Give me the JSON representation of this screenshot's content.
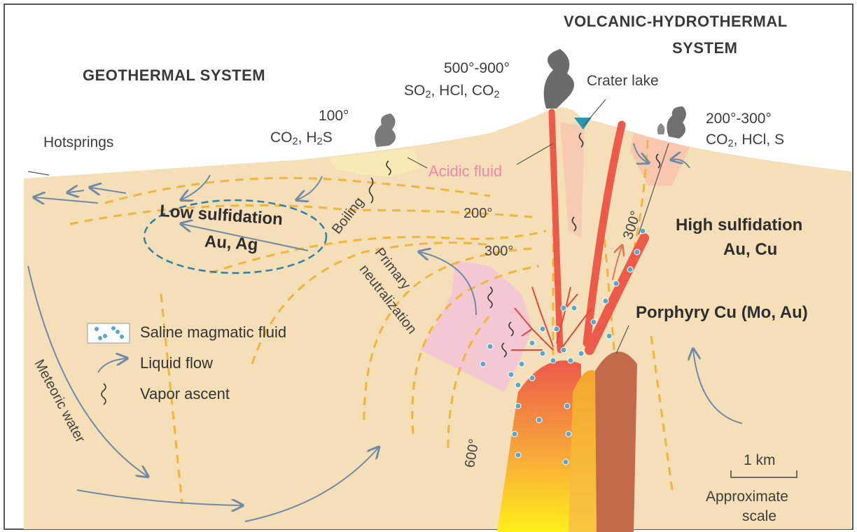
{
  "titles": {
    "geothermal": "GEOTHERMAL SYSTEM",
    "volcanic_line1": "VOLCANIC-HYDROTHERMAL",
    "volcanic_line2": "SYSTEM"
  },
  "gases": {
    "crater_temp": "500°-900°",
    "crater_gas_a": "SO",
    "crater_gas_sub": "2",
    "crater_gas_b": ", HCl, CO",
    "crater_gas_sub2": "2",
    "left_temp": "100°",
    "left_gas_a": "CO",
    "left_gas_sub": "2",
    "left_gas_b": ", H",
    "left_gas_sub2": "2",
    "left_gas_c": "S",
    "right_temp": "200°-300°",
    "right_gas_a": "CO",
    "right_gas_sub": "2",
    "right_gas_b": ", HCl, S"
  },
  "labels": {
    "crater_lake": "Crater lake",
    "hotsprings": "Hotsprings",
    "acidic_fluid": "Acidic fluid",
    "boiling": "Boiling",
    "primary_neutralization_1": "Primary",
    "primary_neutralization_2": "neutralization",
    "meteoric_water": "Meteoric water"
  },
  "isotherms": {
    "t200": "200°",
    "t300": "300°",
    "t300_right": "300°",
    "t600": "600°"
  },
  "deposits": {
    "low_sulfidation_1": "Low sulfidation",
    "low_sulfidation_2": "Au, Ag",
    "high_sulfidation_1": "High sulfidation",
    "high_sulfidation_2": "Au, Cu",
    "porphyry": "Porphyry Cu (Mo, Au)"
  },
  "legend": {
    "saline": "Saline magmatic fluid",
    "liquid": "Liquid flow",
    "vapor": "Vapor ascent"
  },
  "scale": {
    "distance": "1 km",
    "caption_1": "Approximate",
    "caption_2": "scale"
  },
  "colors": {
    "ground": "#f5dfb8",
    "dike": "#ec5a4a",
    "isotherm": "#f0b63c",
    "arrow": "#6f8aa6",
    "ellipse": "#2d7fa8",
    "pink_zone": "#f3c6d3",
    "blue_dot": "#5aa7c9"
  }
}
